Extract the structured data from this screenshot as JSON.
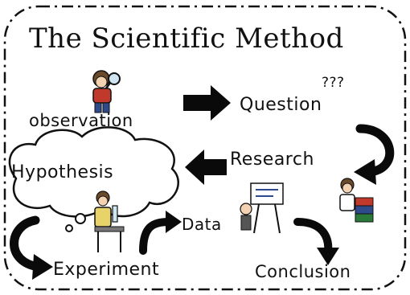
{
  "diagram": {
    "title": "The Scientific Method",
    "steps": {
      "observation": "observation",
      "question": "Question",
      "question_marks": "???",
      "research": "Research",
      "hypothesis": "Hypothesis",
      "data": "Data",
      "experiment": "Experiment",
      "conclusion": "Conclusion"
    }
  },
  "colors": {
    "ink": "#111111",
    "arrow": "#0a0a0a",
    "background": "#ffffff"
  },
  "icons": [
    "observer-figure-icon",
    "researcher-figure-icon",
    "experimenter-figure-icon",
    "presenter-figure-icon"
  ]
}
